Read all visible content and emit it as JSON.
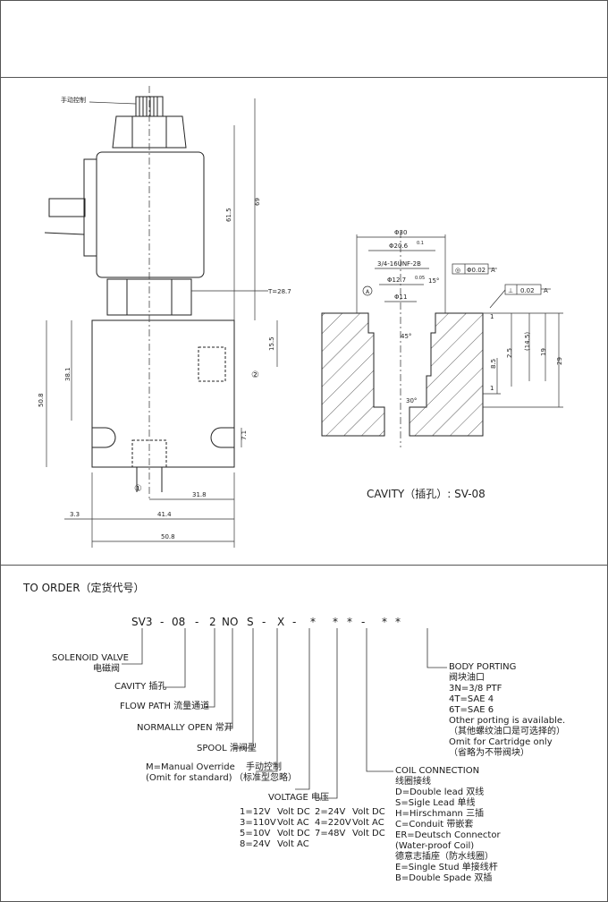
{
  "drawing": {
    "manual_override_label": "手动控制",
    "dim_69": "69",
    "dim_61_5": "61.5",
    "dim_T": "T=28.7",
    "dim_15_5": "15.5",
    "dim_38_1": "38.1",
    "dim_50_8_v": "50.8",
    "dim_7_1": "7.1",
    "dim_31_8": "31.8",
    "dim_3_3": "3.3",
    "dim_41_4": "41.4",
    "dim_50_8_h": "50.8",
    "port_1": "①",
    "port_2": "②",
    "cav_phi30": "Φ30",
    "cav_phi20_6": "Φ20.6",
    "cav_phi20_6_tol": "0.1",
    "cav_thread": "3/4-16UNF-2B",
    "cav_phi12_7": "Φ12.7",
    "cav_phi12_7_tol": "0.05",
    "cav_phi11": "Φ11",
    "cav_15deg": "15°",
    "cav_45deg": "45°",
    "cav_30deg": "30°",
    "cav_conc_sym": "◎",
    "cav_conc_val": "Φ0.02",
    "cav_datum_a": "A",
    "cav_perp_sym": "⊥",
    "cav_perp_val": "0.02",
    "cav_datum_a2": "A",
    "cav_A_marker": "A",
    "cav_dim_1": "1",
    "cav_dim_2_5": "2.5",
    "cav_dim_14_5": "(14.5)",
    "cav_dim_19": "19",
    "cav_dim_29": "29",
    "cav_dim_8_5": "8.5",
    "cav_dim_1b": "1",
    "cavity_caption": "CAVITY（插孔）: SV-08"
  },
  "order": {
    "title": "TO ORDER（定货代号）",
    "code": [
      "SV3",
      "-",
      "08",
      "-",
      "2",
      "NO",
      "S",
      "-",
      "X",
      "-",
      "*",
      "*",
      "*",
      "-",
      "*",
      "*"
    ],
    "solenoid_valve": "SOLENOID VALVE",
    "solenoid_valve_cn": "电磁阀",
    "cavity": "CAVITY  插孔",
    "flow_path": "FLOW PATH  流量通道",
    "normally_open": "NORMALLY OPEN  常开",
    "spool": "SPOOL  滑阀型",
    "manual_override": "M=Manual Override",
    "manual_override_cn": "手动控制",
    "omit_standard": "(Omit for standard)",
    "omit_standard_cn": "（标准型忽略）",
    "voltage_title": "VOLTAGE  电压",
    "voltage_rows": [
      [
        "1=12V",
        "Volt DC",
        "2=24V",
        "Volt DC"
      ],
      [
        "3=110V",
        "Volt AC",
        "4=220V",
        "Volt AC"
      ],
      [
        "5=10V",
        "Volt DC",
        "7=48V",
        "Volt DC"
      ],
      [
        "8=24V",
        "Volt AC",
        "",
        ""
      ]
    ],
    "body_porting": "BODY PORTING",
    "body_porting_lines": [
      "阀块油口",
      "3N=3/8 PTF",
      "4T=SAE 4",
      "6T=SAE 6",
      "Other porting is available.",
      "（其他螺纹油口是可选择的）",
      "Omit for Cartridge only",
      "（省略为不带阀块）"
    ],
    "coil_connection": "COIL CONNECTION",
    "coil_lines": [
      "线圈接线",
      "D=Double lead  双线",
      "S=Sigle Lead  单线",
      "H=Hirschmann  三插",
      "C=Conduit     带嵌套",
      "ER=Deutsch Connector",
      "(Water-proof Coil)",
      "德意志插座（防水线圈）",
      "E=Single Stud  单接线杆",
      "B=Double Spade  双插"
    ]
  }
}
